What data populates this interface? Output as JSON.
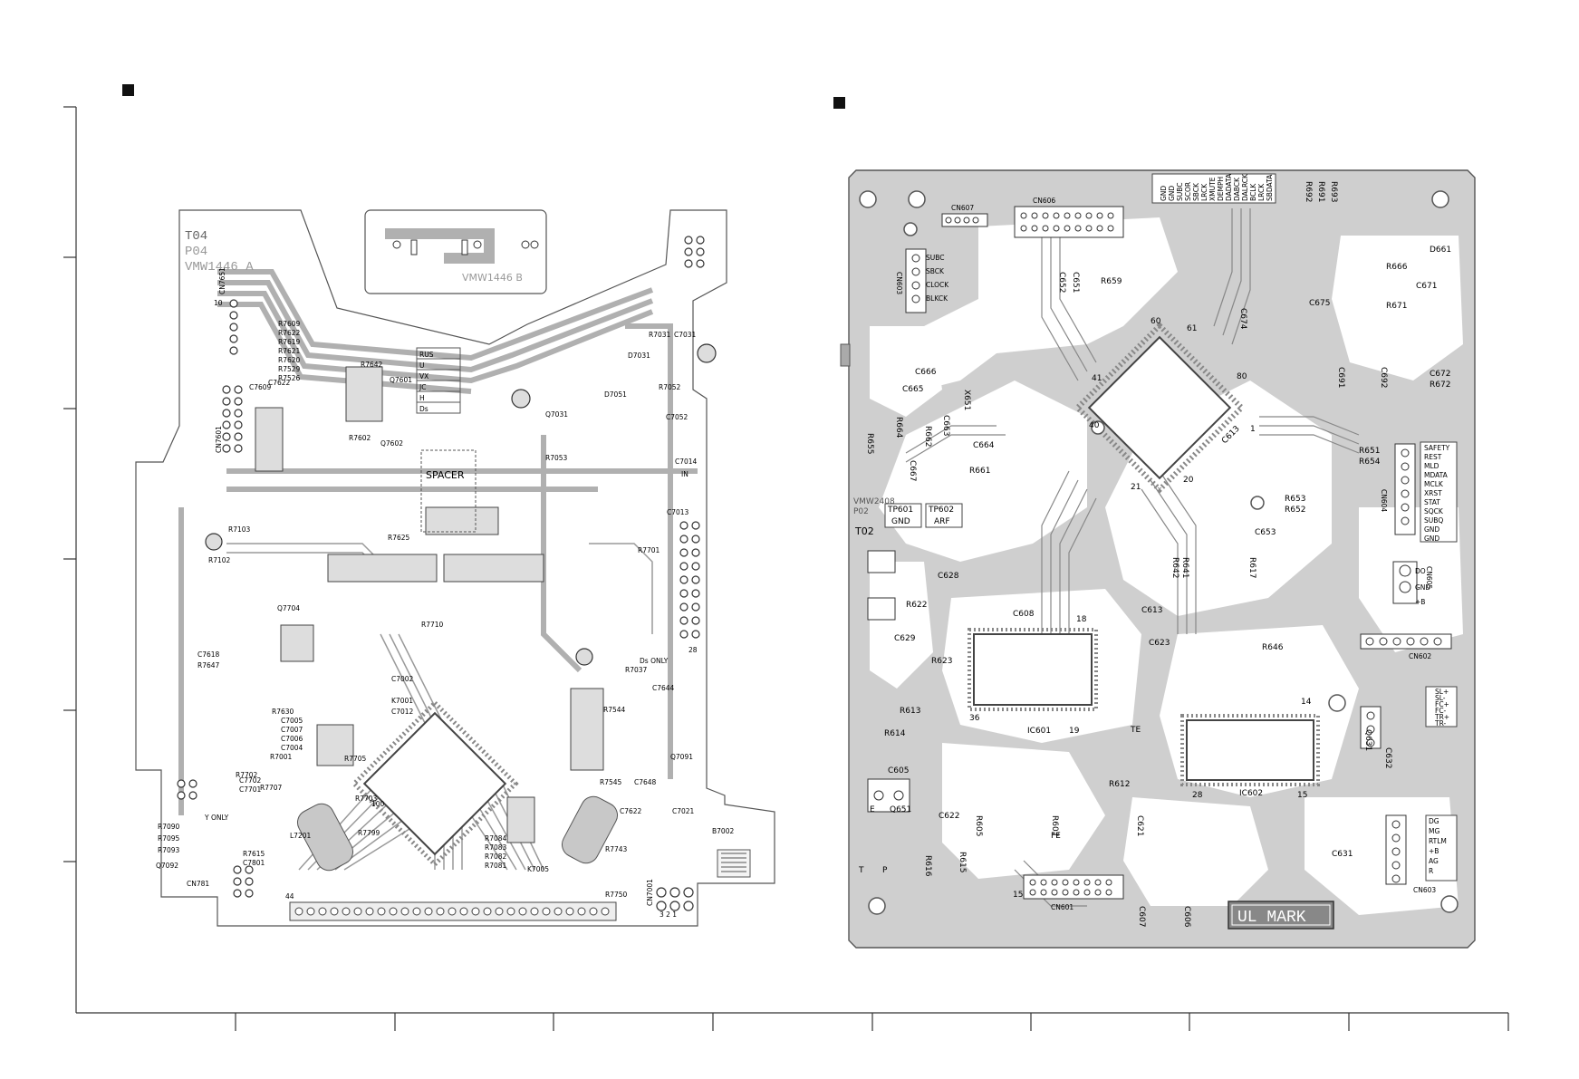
{
  "left_board": {
    "titles": [
      "T04",
      "P04",
      "VMW1446  A"
    ],
    "small_board_title": "VMW1446  B",
    "labels": [
      {
        "id": "cn_top",
        "text": "CN7651"
      },
      {
        "id": "spacer",
        "text": "SPACER"
      },
      {
        "id": "r7031",
        "text": "R7031"
      },
      {
        "id": "c7031",
        "text": "C7031"
      },
      {
        "id": "d7031",
        "text": "D7031"
      },
      {
        "id": "r7052",
        "text": "R7052"
      },
      {
        "id": "c7052",
        "text": "C7052"
      },
      {
        "id": "q7601",
        "text": "Q7601"
      },
      {
        "id": "q7602",
        "text": "Q7602"
      },
      {
        "id": "r7642",
        "text": "R7642"
      },
      {
        "id": "r7602",
        "text": "R7602"
      },
      {
        "id": "c7622",
        "text": "C7622"
      },
      {
        "id": "r7103",
        "text": "R7103"
      },
      {
        "id": "r7102",
        "text": "R7102"
      },
      {
        "id": "q7704",
        "text": "Q7704"
      },
      {
        "id": "c7618",
        "text": "C7618"
      },
      {
        "id": "r7647",
        "text": "R7647"
      },
      {
        "id": "r7630",
        "text": "R7630"
      },
      {
        "id": "c7005",
        "text": "C7005"
      },
      {
        "id": "c7007",
        "text": "C7007"
      },
      {
        "id": "c7006",
        "text": "C7006"
      },
      {
        "id": "c7004",
        "text": "C7004"
      },
      {
        "id": "r7001",
        "text": "R7001"
      },
      {
        "id": "r7702",
        "text": "R7702"
      },
      {
        "id": "r7707",
        "text": "R7707"
      },
      {
        "id": "r7705",
        "text": "R7705"
      },
      {
        "id": "r7703",
        "text": "R7703"
      },
      {
        "id": "r7799",
        "text": "R7799"
      },
      {
        "id": "l7201",
        "text": "L7201"
      },
      {
        "id": "r7615",
        "text": "R7615"
      },
      {
        "id": "c7801",
        "text": "C7801"
      },
      {
        "id": "r7090",
        "text": "R7090"
      },
      {
        "id": "r7095",
        "text": "R7095"
      },
      {
        "id": "r7093",
        "text": "R7093"
      },
      {
        "id": "q7092",
        "text": "Q7092"
      },
      {
        "id": "cn781",
        "text": "CN781"
      },
      {
        "id": "r7084",
        "text": "R7084"
      },
      {
        "id": "r7083",
        "text": "R7083"
      },
      {
        "id": "r7082",
        "text": "R7082"
      },
      {
        "id": "r7081",
        "text": "R7081"
      },
      {
        "id": "r7743",
        "text": "R7743"
      },
      {
        "id": "r7750",
        "text": "R7750"
      },
      {
        "id": "k7005",
        "text": "K7005"
      },
      {
        "id": "b7002",
        "text": "B7002"
      },
      {
        "id": "c7021",
        "text": "C7021"
      },
      {
        "id": "q7091",
        "text": "Q7091"
      },
      {
        "id": "c7644",
        "text": "C7644"
      },
      {
        "id": "r7037",
        "text": "R7037"
      },
      {
        "id": "c7013",
        "text": "C7013"
      },
      {
        "id": "r7701",
        "text": "R7701"
      },
      {
        "id": "c7014",
        "text": "C7014"
      },
      {
        "id": "in",
        "text": "IN"
      },
      {
        "id": "d7051",
        "text": "D7051"
      },
      {
        "id": "q7031",
        "text": "Q7031"
      },
      {
        "id": "r7053",
        "text": "R7053"
      },
      {
        "id": "r7625",
        "text": "R7625"
      },
      {
        "id": "r7710",
        "text": "R7710"
      },
      {
        "id": "c7002",
        "text": "C7002"
      },
      {
        "id": "k7001",
        "text": "K7001"
      },
      {
        "id": "c7012",
        "text": "C7012"
      },
      {
        "id": "c7648",
        "text": "C7648"
      },
      {
        "id": "r7545",
        "text": "R7545"
      },
      {
        "id": "r7544",
        "text": "R7544"
      },
      {
        "id": "c7622b",
        "text": "C7622"
      },
      {
        "id": "ds_only",
        "text": "Ds ONLY"
      },
      {
        "id": "y_only",
        "text": "Y ONLY"
      },
      {
        "id": "pin28",
        "text": "28"
      },
      {
        "id": "pin44",
        "text": "44"
      },
      {
        "id": "pin100",
        "text": "100"
      },
      {
        "id": "pin10",
        "text": "10"
      },
      {
        "id": "pin3",
        "text": "3 2 1"
      },
      {
        "id": "cn7001",
        "text": "CN7001"
      },
      {
        "id": "cn7601",
        "text": "CN7601"
      },
      {
        "id": "c7701",
        "text": "C7701"
      },
      {
        "id": "c7702",
        "text": "C7702"
      },
      {
        "id": "rq_ex",
        "text": "R7609"
      },
      {
        "id": "r7622",
        "text": "R7622"
      },
      {
        "id": "r7619",
        "text": "R7619"
      },
      {
        "id": "r7621",
        "text": "R7621"
      },
      {
        "id": "r7620",
        "text": "R7620"
      },
      {
        "id": "r7529",
        "text": "R7529"
      },
      {
        "id": "r7526",
        "text": "R7526"
      },
      {
        "id": "c7609",
        "text": "C7609"
      }
    ],
    "mode_table": [
      "RUS",
      "U",
      "VX",
      "JC",
      "H",
      "Ds"
    ]
  },
  "right_board": {
    "titles": [
      "VMW2408",
      "P02",
      "T02"
    ],
    "labels": [
      {
        "id": "cn607",
        "text": "CN607"
      },
      {
        "id": "cn606",
        "text": "CN606"
      },
      {
        "id": "cn602",
        "text": "CN602"
      },
      {
        "id": "cn601",
        "text": "CN601"
      },
      {
        "id": "cn603",
        "text": "CN603"
      },
      {
        "id": "cn604",
        "text": "CN604"
      },
      {
        "id": "cn605",
        "text": "CN605"
      },
      {
        "id": "cn603b",
        "text": "CN603"
      },
      {
        "id": "subc",
        "text": "SUBC"
      },
      {
        "id": "sbck",
        "text": "SBCK"
      },
      {
        "id": "clock",
        "text": "CLOCK"
      },
      {
        "id": "blkck",
        "text": "BLKCK"
      },
      {
        "id": "tp601",
        "text": "TP601"
      },
      {
        "id": "gnd1",
        "text": "GND"
      },
      {
        "id": "tp602",
        "text": "TP602"
      },
      {
        "id": "arf",
        "text": "ARF"
      },
      {
        "id": "c666",
        "text": "C666"
      },
      {
        "id": "c665",
        "text": "C665"
      },
      {
        "id": "r664",
        "text": "R664"
      },
      {
        "id": "r662",
        "text": "R662"
      },
      {
        "id": "c663",
        "text": "C663"
      },
      {
        "id": "x651",
        "text": "X651"
      },
      {
        "id": "r655",
        "text": "R655"
      },
      {
        "id": "c664",
        "text": "C664"
      },
      {
        "id": "r661",
        "text": "R661"
      },
      {
        "id": "c667",
        "text": "C667"
      },
      {
        "id": "c628",
        "text": "C628"
      },
      {
        "id": "r622",
        "text": "R622"
      },
      {
        "id": "c629",
        "text": "C629"
      },
      {
        "id": "r623",
        "text": "R623"
      },
      {
        "id": "r613",
        "text": "R613"
      },
      {
        "id": "r614",
        "text": "R614"
      },
      {
        "id": "c605",
        "text": "C605"
      },
      {
        "id": "q651",
        "text": "Q651"
      },
      {
        "id": "c622",
        "text": "C622"
      },
      {
        "id": "r616",
        "text": "R616"
      },
      {
        "id": "r615",
        "text": "R615"
      },
      {
        "id": "ic601",
        "text": "IC601"
      },
      {
        "id": "ic602",
        "text": "IC602"
      },
      {
        "id": "c608",
        "text": "C608"
      },
      {
        "id": "c613",
        "text": "C613"
      },
      {
        "id": "c623",
        "text": "C623"
      },
      {
        "id": "c652",
        "text": "C652"
      },
      {
        "id": "c651",
        "text": "C651"
      },
      {
        "id": "r659",
        "text": "R659"
      },
      {
        "id": "c675",
        "text": "C675"
      },
      {
        "id": "c674",
        "text": "C674"
      },
      {
        "id": "r666",
        "text": "R666"
      },
      {
        "id": "r671",
        "text": "R671"
      },
      {
        "id": "c671",
        "text": "C671"
      },
      {
        "id": "d661",
        "text": "D661"
      },
      {
        "id": "c672",
        "text": "C672"
      },
      {
        "id": "r672",
        "text": "R672"
      },
      {
        "id": "c691",
        "text": "C691"
      },
      {
        "id": "c692",
        "text": "C692"
      },
      {
        "id": "r651",
        "text": "R651"
      },
      {
        "id": "r654",
        "text": "R654"
      },
      {
        "id": "r653",
        "text": "R653"
      },
      {
        "id": "r652",
        "text": "R652"
      },
      {
        "id": "c653",
        "text": "C653"
      },
      {
        "id": "c613b",
        "text": "C613"
      },
      {
        "id": "r693",
        "text": "R693"
      },
      {
        "id": "r692",
        "text": "R692"
      },
      {
        "id": "r691",
        "text": "R691"
      },
      {
        "id": "c631",
        "text": "C631"
      },
      {
        "id": "c632",
        "text": "C632"
      },
      {
        "id": "q631",
        "text": "Q631"
      },
      {
        "id": "r612",
        "text": "R612"
      },
      {
        "id": "r607",
        "text": "R607"
      },
      {
        "id": "r605",
        "text": "R605"
      },
      {
        "id": "c606",
        "text": "C606"
      },
      {
        "id": "c607",
        "text": "C607"
      },
      {
        "id": "c621",
        "text": "C621"
      },
      {
        "id": "r646",
        "text": "R646"
      },
      {
        "id": "r641",
        "text": "R641"
      },
      {
        "id": "r642",
        "text": "R642"
      },
      {
        "id": "r617",
        "text": "R617"
      },
      {
        "id": "fe",
        "text": "FE"
      },
      {
        "id": "te",
        "text": "TE"
      },
      {
        "id": "ul_mark",
        "text": "UL MARK"
      },
      {
        "id": "e",
        "text": "E"
      },
      {
        "id": "p",
        "text": "P"
      },
      {
        "id": "t",
        "text": "T"
      },
      {
        "id": "do",
        "text": "DO"
      },
      {
        "id": "gnd2",
        "text": "GND"
      },
      {
        "id": "plusb",
        "text": "+B"
      },
      {
        "id": "p61",
        "text": "61"
      },
      {
        "id": "p60",
        "text": "60"
      },
      {
        "id": "p80",
        "text": "80"
      },
      {
        "id": "p41",
        "text": "41"
      },
      {
        "id": "p40",
        "text": "40"
      },
      {
        "id": "p21",
        "text": "21"
      },
      {
        "id": "p20",
        "text": "20"
      },
      {
        "id": "p1",
        "text": "1"
      },
      {
        "id": "p18",
        "text": "18"
      },
      {
        "id": "p36",
        "text": "36"
      },
      {
        "id": "p19",
        "text": "19"
      },
      {
        "id": "p14",
        "text": "14"
      },
      {
        "id": "p28",
        "text": "28"
      },
      {
        "id": "p15",
        "text": "15"
      },
      {
        "id": "p15b",
        "text": "15"
      }
    ],
    "cn604_signals": [
      "SAFETY",
      "REST",
      "MLD",
      "MDATA",
      "MCLK",
      "XRST",
      "STAT",
      "SQCK",
      "SUBQ",
      "GND",
      "GND"
    ],
    "cn606_signals": [
      "SBDATA",
      "LRCK",
      "BCLK",
      "DALRCK",
      "DABCK",
      "DADATA",
      "DEMPH",
      "XMUTE",
      "LRCK",
      "SBCK",
      "SCOR",
      "SUBC",
      "GND",
      "GND"
    ],
    "cn603_signals": [
      "DG",
      "MG",
      "RTLM",
      "+B",
      "AG",
      "R"
    ],
    "cn602_signals": [
      "SL+",
      "SL-",
      "FC+",
      "FC-",
      "TR+",
      "TR-"
    ]
  }
}
